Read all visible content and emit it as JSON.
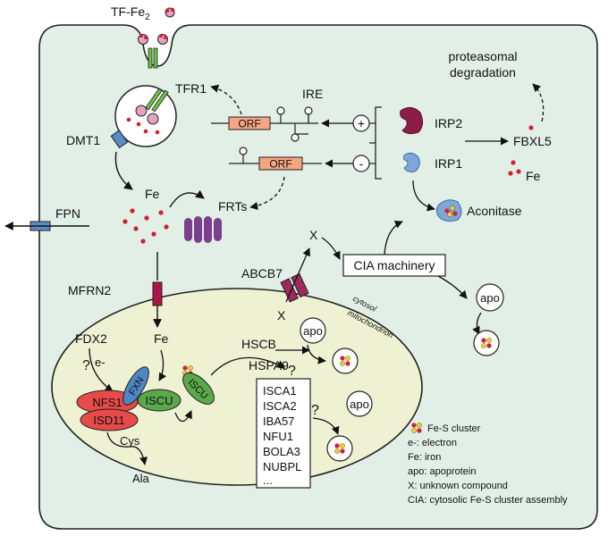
{
  "labels": {
    "tf_fe2": "TF-Fe",
    "tf_fe2_sub": "2",
    "tfr1": "TFR1",
    "dmt1": "DMT1",
    "fpn": "FPN",
    "fe_cyto": "Fe",
    "frts": "FRTs",
    "ire": "IRE",
    "orf_top": "ORF",
    "orf_bottom": "ORF",
    "plus": "+",
    "minus": "-",
    "irp2": "IRP2",
    "irp1": "IRP1",
    "fbxl5": "FBXL5",
    "fe_right": "Fe",
    "proteasomal_1": "proteasomal",
    "proteasomal_2": "degradation",
    "aconitase": "Aconitase",
    "x_top": "X",
    "x_bottom": "X",
    "abcb7": "ABCB7",
    "cia_machinery": "CIA machinery",
    "apo_cyto": "apo",
    "mfrn2": "MFRN2",
    "cytosol": "cytosol",
    "mitochondrion": "mitochondrion",
    "fdx2": "FDX2",
    "e_minus": "e-",
    "q1": "?",
    "fe_mito": "Fe",
    "nfs1": "NFS1",
    "isd11": "ISD11",
    "fxn": "FXN",
    "iscu_complex": "ISCU",
    "iscu_free": "ISCU",
    "cys": "Cys",
    "ala": "Ala",
    "hscb": "HSCB",
    "hspa9": "HSPA9",
    "q2": "?",
    "q3": "?",
    "apo_mito_1": "apo",
    "apo_mito_2": "apo",
    "targets": [
      "ISCA1",
      "ISCA2",
      "IBA57",
      "NFU1",
      "BOLA3",
      "NUBPL",
      "..."
    ]
  },
  "legend": [
    {
      "key": "",
      "text": "Fe-S cluster"
    },
    {
      "key": "e-:",
      "text": "electron"
    },
    {
      "key": "Fe:",
      "text": "iron"
    },
    {
      "key": "apo:",
      "text": "apoprotein"
    },
    {
      "key": "X:",
      "text": "unknown compound"
    },
    {
      "key": "CIA:",
      "text": "cytosolic Fe-S cluster assembly"
    }
  ],
  "colors": {
    "cell_fill": "#e2efe6",
    "mito_fill": "#eef2d2",
    "iron_red": "#d2202f",
    "fes_yellow": "#f2d21e",
    "orf_fill": "#f4a582",
    "tfr_green": "#6cbf4a",
    "transferrin_pink": "#e7a2c3",
    "dmt_blue": "#5b8cc8",
    "ferritin_purple": "#7b3f8f",
    "irp2_maroon": "#8c1d46",
    "irp1_blue": "#5b8cc8",
    "mfrn_crimson": "#b0134a",
    "abcb7_magenta": "#9c2a5c",
    "nfs1_red": "#e84a4a",
    "fxn_blue": "#4f86c6",
    "iscu_green": "#5aa84a"
  }
}
